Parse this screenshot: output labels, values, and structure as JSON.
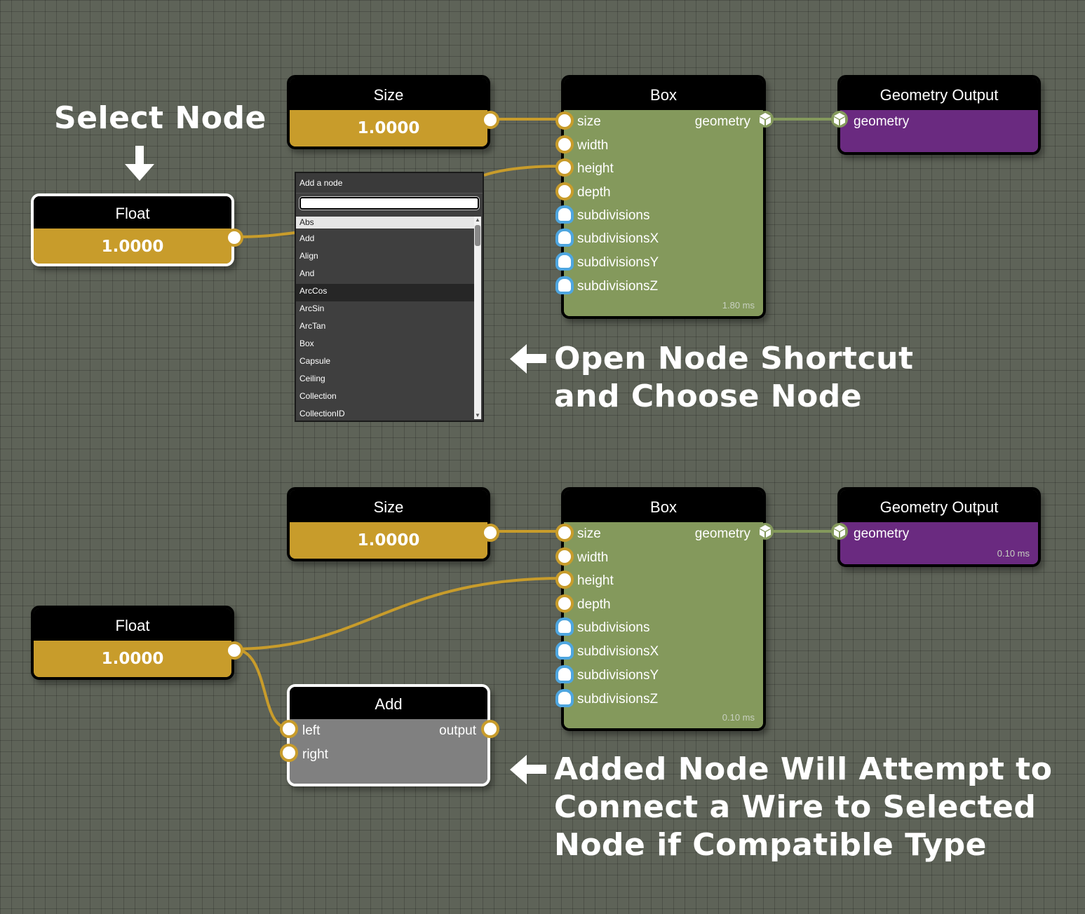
{
  "annotations": {
    "select_node": "Select Node",
    "open_shortcut": [
      "Open Node Shortcut",
      "and Choose Node"
    ],
    "added_node": [
      "Added Node Will Attempt to",
      "Connect a Wire to Selected",
      "Node if Compatible Type"
    ]
  },
  "top_graph": {
    "float": {
      "title": "Float",
      "value": "1.0000"
    },
    "size": {
      "title": "Size",
      "value": "1.0000"
    },
    "box": {
      "title": "Box",
      "inputs": [
        "size",
        "width",
        "height",
        "depth",
        "subdivisions",
        "subdivisionsX",
        "subdivisionsY",
        "subdivisionsZ"
      ],
      "output": "geometry",
      "timing": "1.80 ms"
    },
    "geometry_output": {
      "title": "Geometry Output",
      "input": "geometry"
    }
  },
  "add_node_menu": {
    "title": "Add a node",
    "search_value": "",
    "items": [
      "Abs",
      "Add",
      "Align",
      "And",
      "ArcCos",
      "ArcSin",
      "ArcTan",
      "Box",
      "Capsule",
      "Ceiling",
      "Collection",
      "CollectionID"
    ],
    "highlighted": "Abs",
    "hovered": "ArcCos"
  },
  "bottom_graph": {
    "float": {
      "title": "Float",
      "value": "1.0000"
    },
    "size": {
      "title": "Size",
      "value": "1.0000"
    },
    "box": {
      "title": "Box",
      "inputs": [
        "size",
        "width",
        "height",
        "depth",
        "subdivisions",
        "subdivisionsX",
        "subdivisionsY",
        "subdivisionsZ"
      ],
      "output": "geometry",
      "timing": "0.10 ms"
    },
    "geometry_output": {
      "title": "Geometry Output",
      "input": "geometry",
      "timing": "0.10 ms"
    },
    "add": {
      "title": "Add",
      "inputs": [
        "left",
        "right"
      ],
      "output": "output"
    }
  },
  "colors": {
    "float_type": "#c89c2b",
    "geometry_type": "#84995c",
    "int_type": "#4ea6e0",
    "output_node": "#6a2a80",
    "wire_gold": "#c89c2b",
    "wire_green": "#84995c"
  }
}
